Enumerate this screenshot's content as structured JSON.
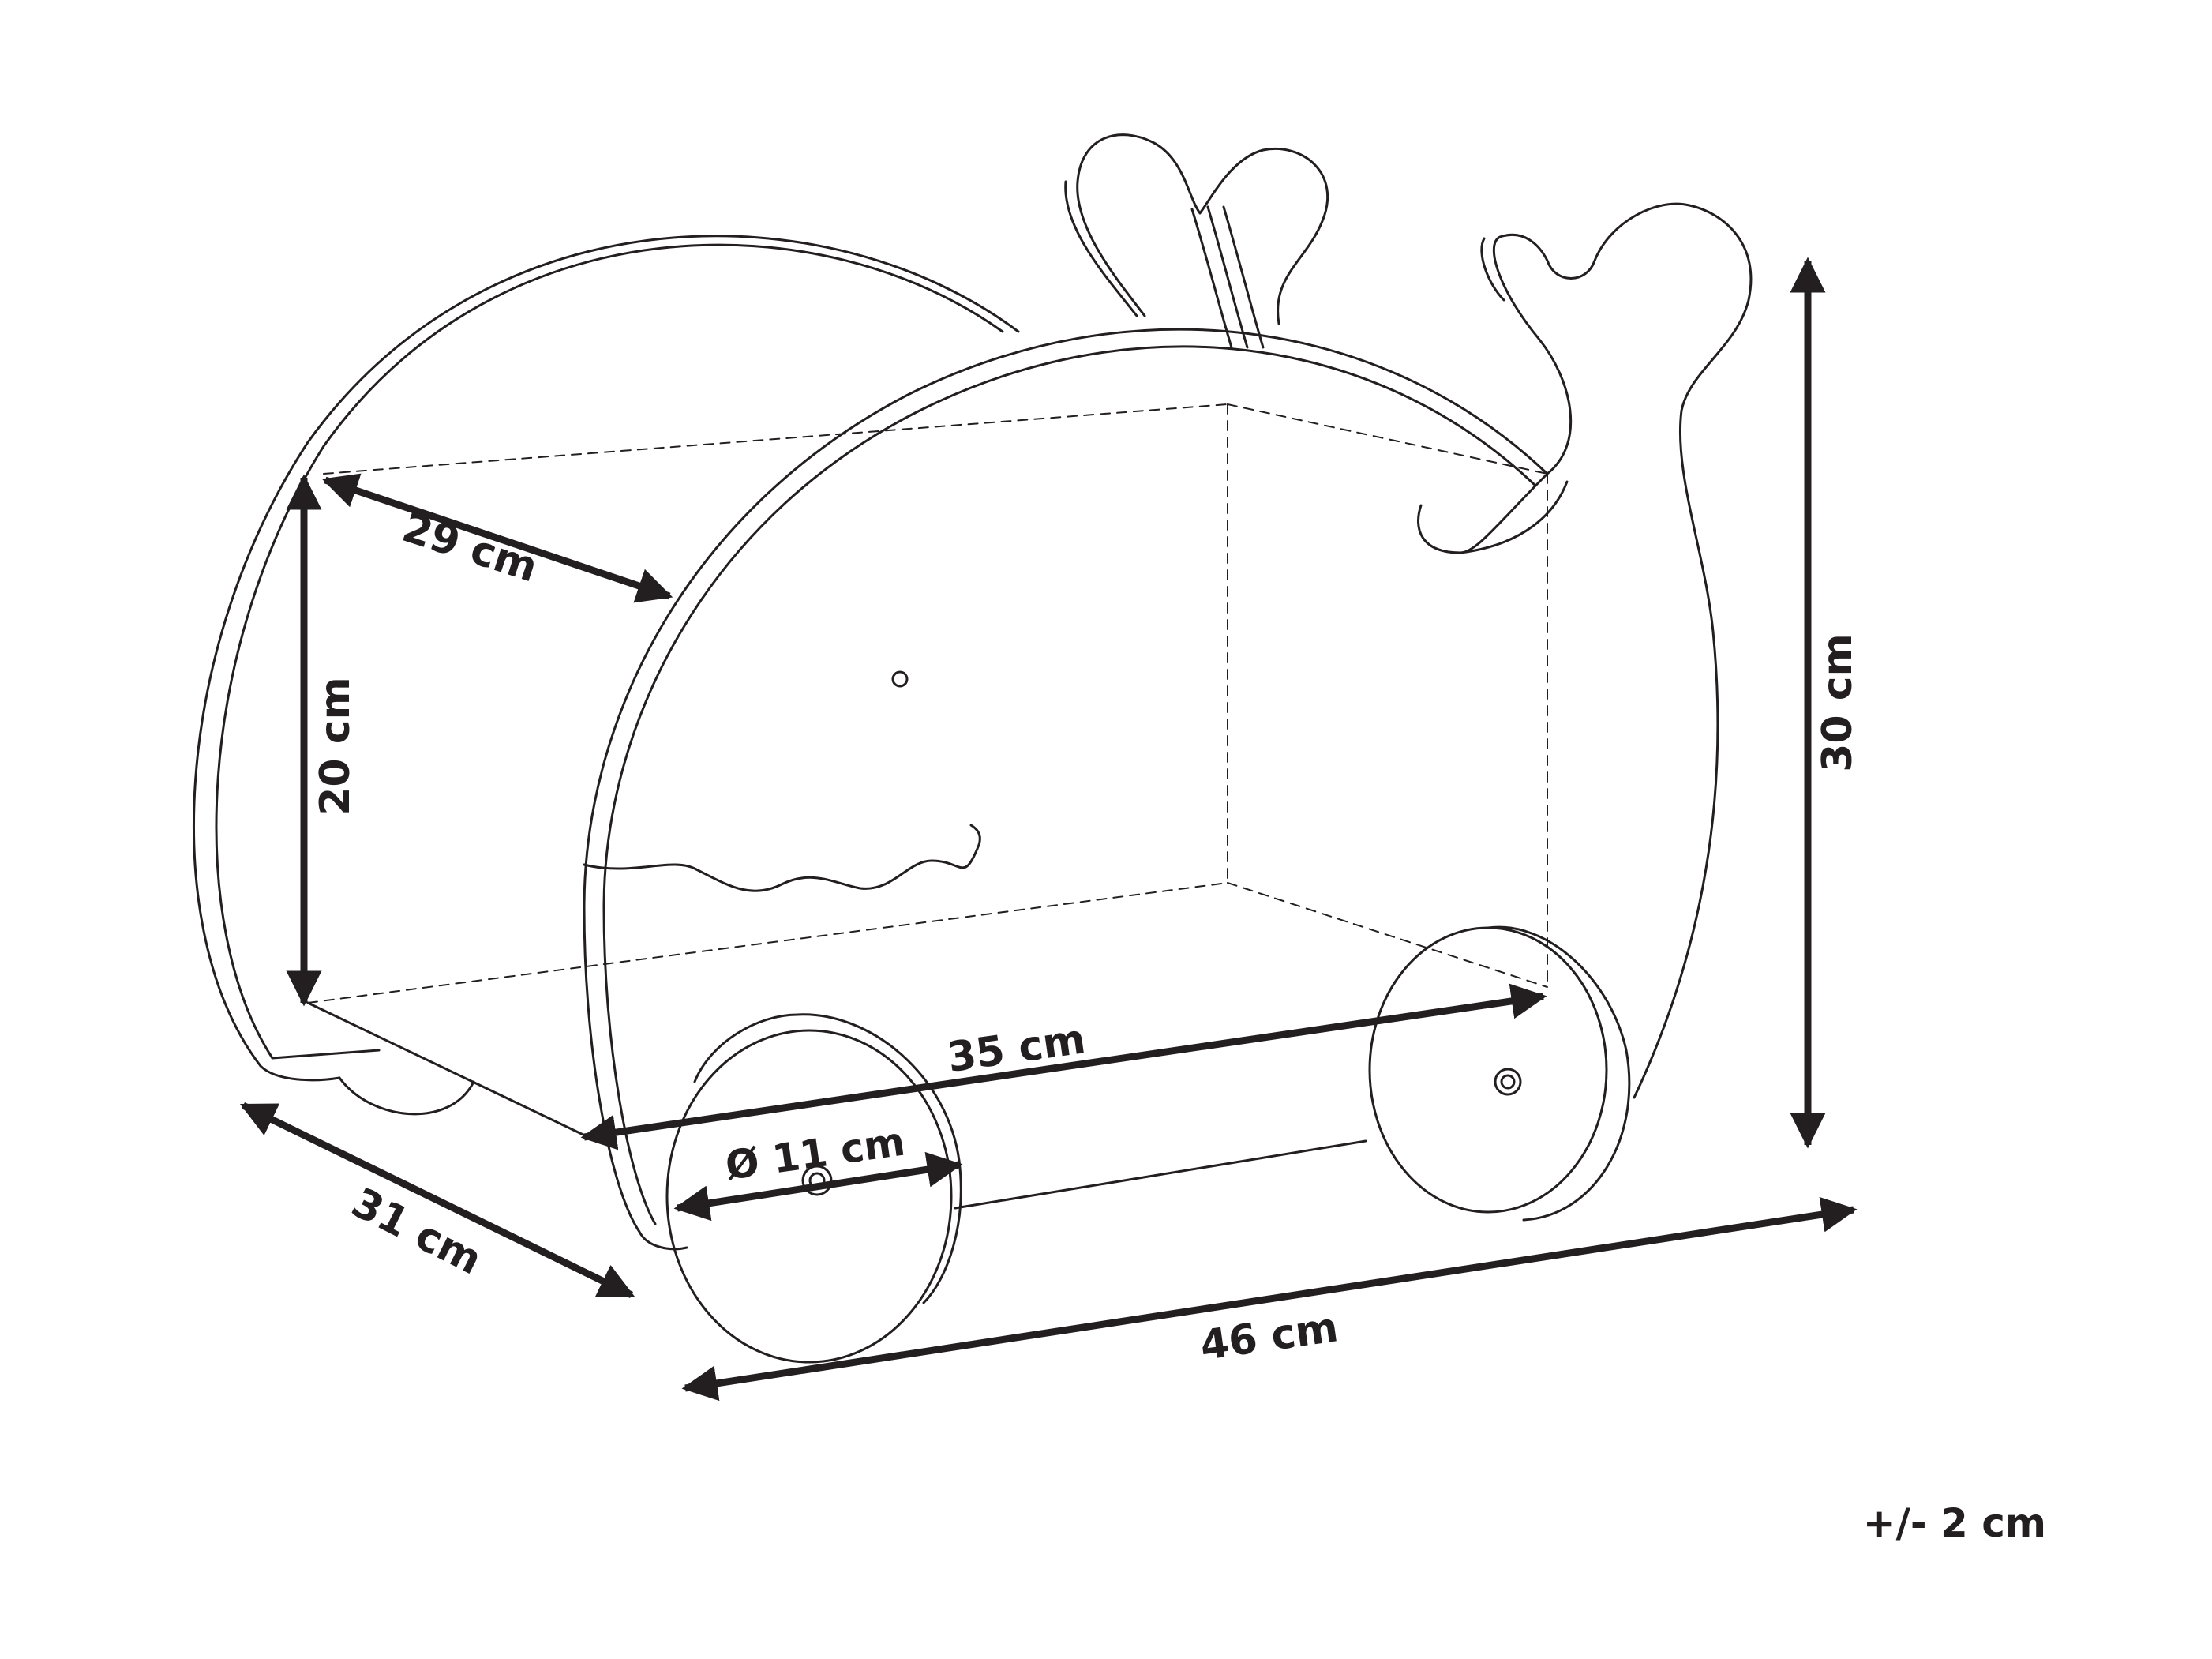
{
  "dimensions": {
    "inner_depth": "29 cm",
    "inner_height": "20 cm",
    "inner_length": "35 cm",
    "wheel_diameter": "Ø 11 cm",
    "overall_depth": "31 cm",
    "overall_length": "46 cm",
    "overall_height": "30 cm"
  },
  "tolerance": "+/- 2 cm",
  "colors": {
    "ink": "#231f20",
    "background": "#ffffff"
  }
}
